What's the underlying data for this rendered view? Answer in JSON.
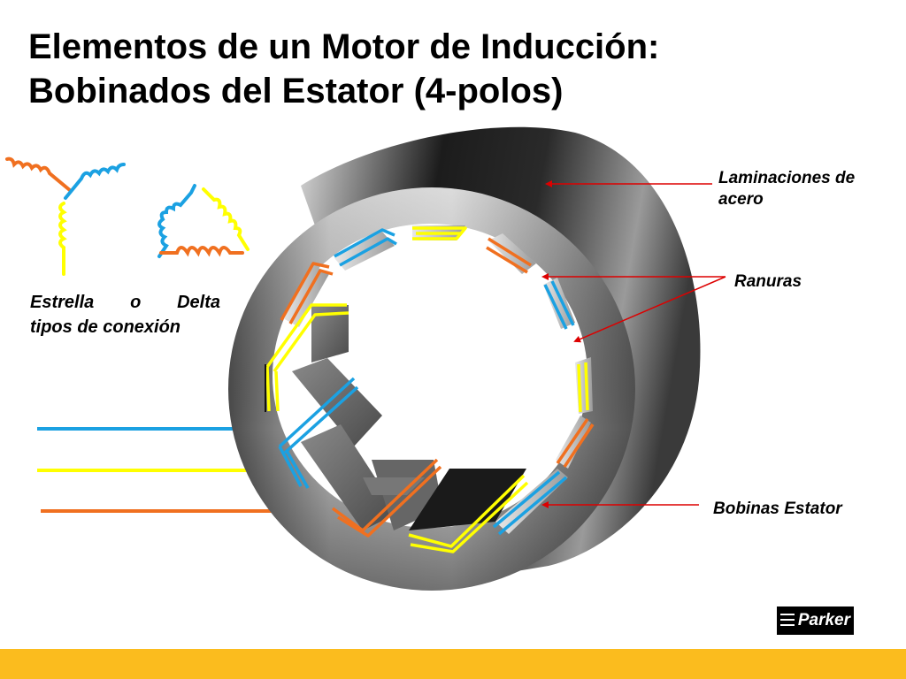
{
  "title": {
    "line1": "Elementos de un Motor de Inducción:",
    "line2": "Bobinados del Estator (4-polos)"
  },
  "labels": {
    "laminaciones_line1": "Laminaciones de",
    "laminaciones_line2": "acero",
    "ranuras": "Ranuras",
    "bobinas": "Bobinas Estator",
    "conexion_line1": "Estrella o Delta",
    "conexion_line2": "tipos de conexión"
  },
  "logo": {
    "text": "Parker"
  },
  "colors": {
    "phase_blue": "#1ba1e2",
    "phase_yellow": "#ffff00",
    "phase_orange": "#f07020",
    "arrow_red": "#dd0000",
    "bottom_bar": "#fbbc1e",
    "stator_dark": "#3a3a3a"
  },
  "icons": [
    "star-connection-icon",
    "delta-connection-icon",
    "parker-logo"
  ]
}
